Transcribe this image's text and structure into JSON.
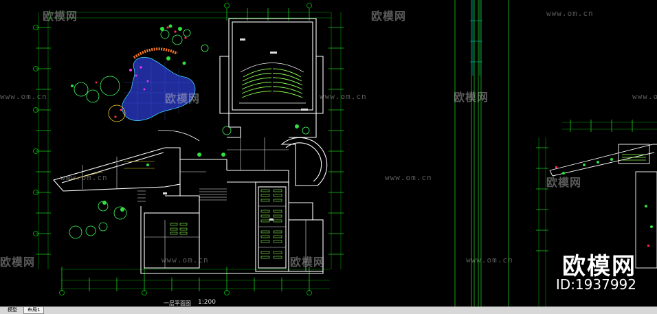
{
  "drawing": {
    "plan_title": "一层平面图",
    "scale": "1:200"
  },
  "watermark": {
    "brand": "欧模网",
    "url": "www.om.cn"
  },
  "brand": {
    "name": "欧模网",
    "id": "ID:1937992"
  },
  "tabs": [
    {
      "label": "模型"
    },
    {
      "label": "布局1"
    }
  ],
  "colors": {
    "background": "#000000",
    "wall": "#ffffff",
    "grid": "#00b400",
    "dimension": "#19c319",
    "seating": "#8cff50",
    "water": "#2332a8",
    "pergola": "#ff7a28",
    "accent_red": "#ff2040",
    "accent_magenta": "#ff30ff",
    "cyan": "#00e0e0"
  }
}
